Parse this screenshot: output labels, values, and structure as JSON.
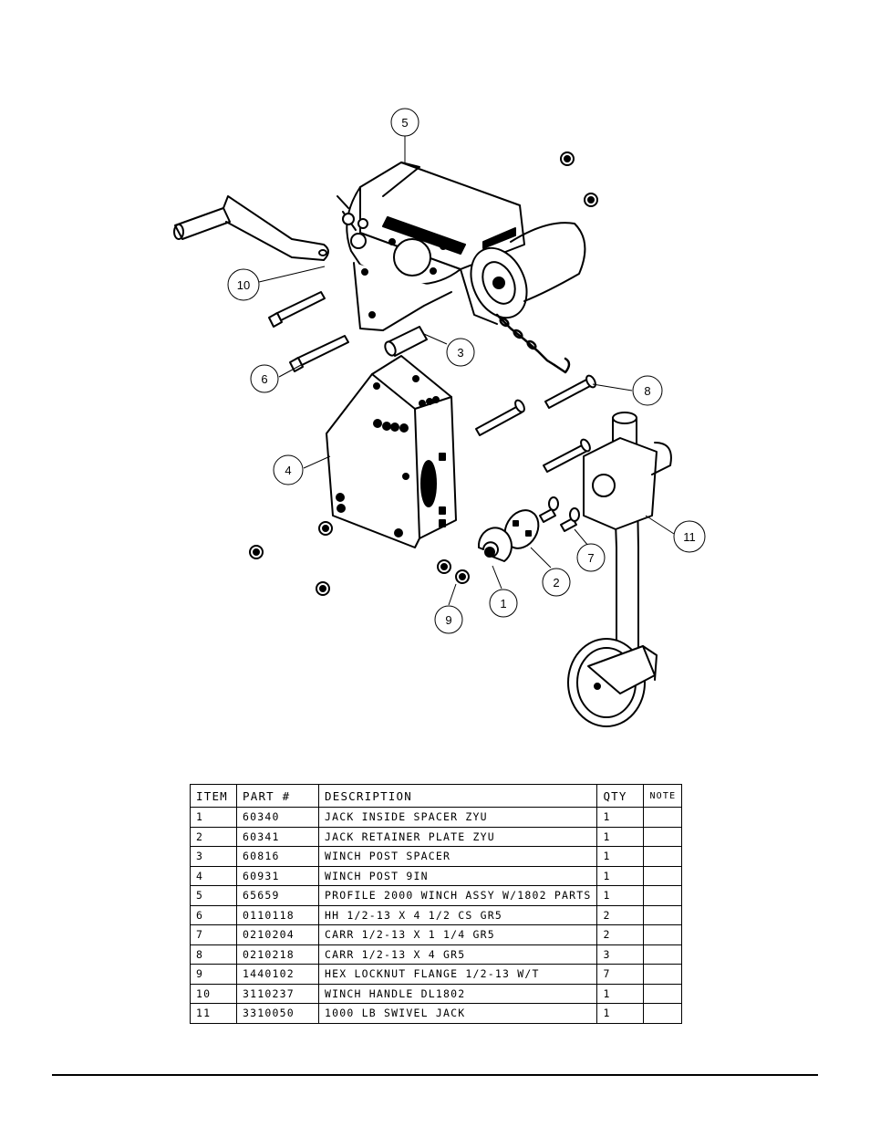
{
  "callouts": [
    {
      "label": "1"
    },
    {
      "label": "2"
    },
    {
      "label": "3"
    },
    {
      "label": "4"
    },
    {
      "label": "5"
    },
    {
      "label": "6"
    },
    {
      "label": "7"
    },
    {
      "label": "8"
    },
    {
      "label": "9"
    },
    {
      "label": "10"
    },
    {
      "label": "11"
    }
  ],
  "bom": {
    "headers": [
      "ITEM",
      "PART #",
      "DESCRIPTION",
      "QTY",
      "NOTE"
    ],
    "rows": [
      {
        "item": "1",
        "part": "60340",
        "desc": "JACK INSIDE SPACER ZYU",
        "qty": "1",
        "note": ""
      },
      {
        "item": "2",
        "part": "60341",
        "desc": "JACK RETAINER PLATE ZYU",
        "qty": "1",
        "note": ""
      },
      {
        "item": "3",
        "part": "60816",
        "desc": "WINCH POST SPACER",
        "qty": "1",
        "note": ""
      },
      {
        "item": "4",
        "part": "60931",
        "desc": "WINCH POST 9IN",
        "qty": "1",
        "note": ""
      },
      {
        "item": "5",
        "part": "65659",
        "desc": "PROFILE 2000 WINCH ASSY W/1802 PARTS",
        "qty": "1",
        "note": ""
      },
      {
        "item": "6",
        "part": "0110118",
        "desc": "HH 1/2-13 X 4 1/2 CS GR5",
        "qty": "2",
        "note": ""
      },
      {
        "item": "7",
        "part": "0210204",
        "desc": "CARR 1/2-13 X 1 1/4 GR5",
        "qty": "2",
        "note": ""
      },
      {
        "item": "8",
        "part": "0210218",
        "desc": "CARR 1/2-13 X 4 GR5",
        "qty": "3",
        "note": ""
      },
      {
        "item": "9",
        "part": "1440102",
        "desc": "HEX LOCKNUT FLANGE 1/2-13 W/T",
        "qty": "7",
        "note": ""
      },
      {
        "item": "10",
        "part": "3110237",
        "desc": "WINCH HANDLE  DL1802",
        "qty": "1",
        "note": ""
      },
      {
        "item": "11",
        "part": "3310050",
        "desc": "1000 LB SWIVEL JACK",
        "qty": "1",
        "note": ""
      }
    ]
  }
}
